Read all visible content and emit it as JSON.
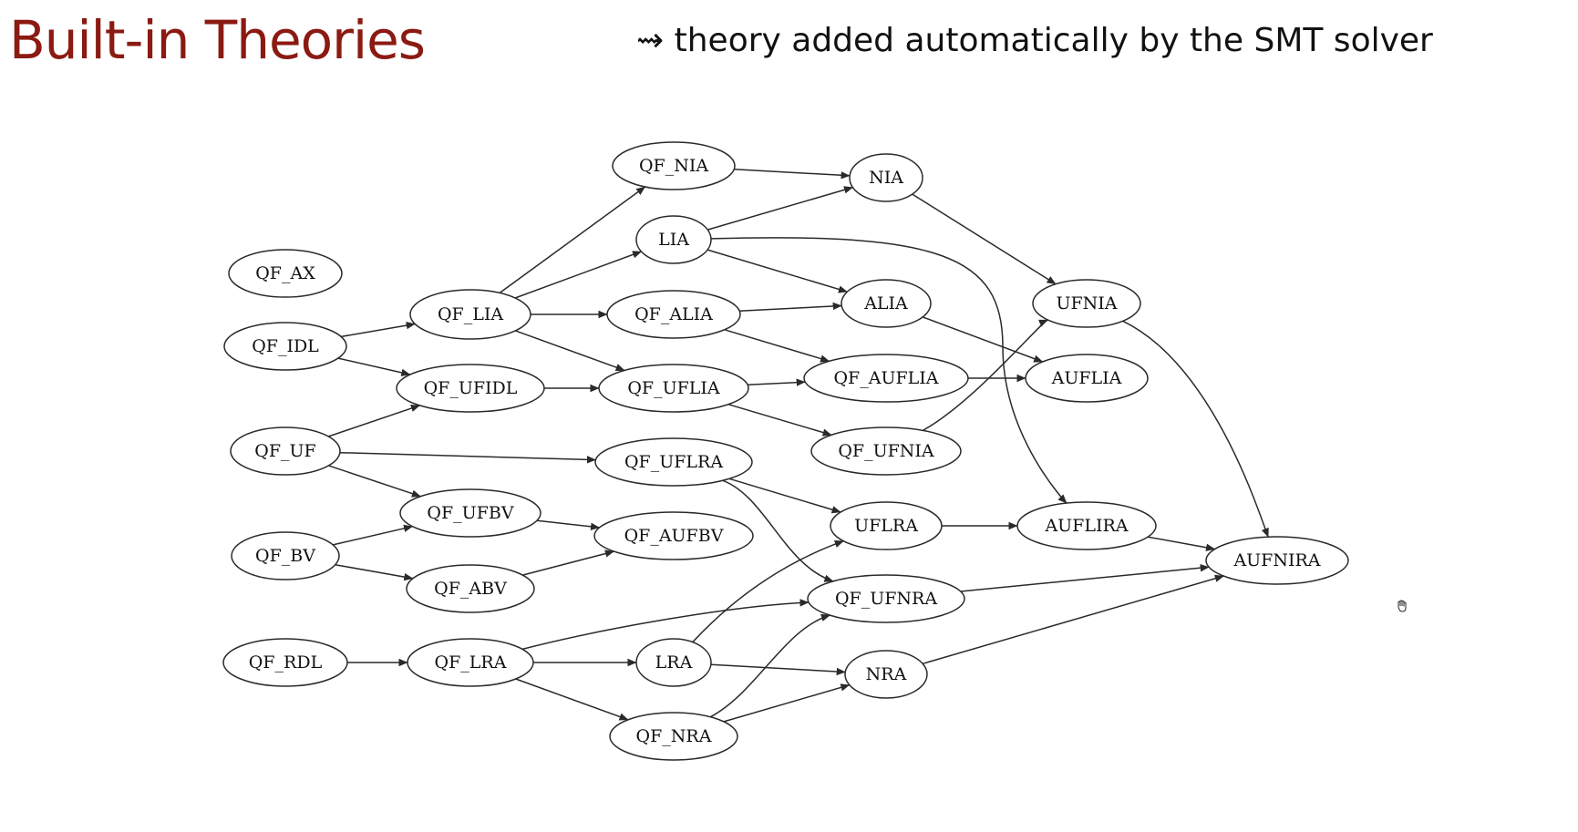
{
  "title": "Built-in Theories",
  "subtitle": "⇝ theory added automatically by the SMT solver",
  "colors": {
    "title": "#8b1a12",
    "edge": "#2a2a2a",
    "node_border": "#2a2a2a"
  },
  "nodes": [
    {
      "id": "QF_AX",
      "label": "QF_AX"
    },
    {
      "id": "QF_IDL",
      "label": "QF_IDL"
    },
    {
      "id": "QF_UF",
      "label": "QF_UF"
    },
    {
      "id": "QF_BV",
      "label": "QF_BV"
    },
    {
      "id": "QF_RDL",
      "label": "QF_RDL"
    },
    {
      "id": "QF_LIA",
      "label": "QF_LIA"
    },
    {
      "id": "QF_UFIDL",
      "label": "QF_UFIDL"
    },
    {
      "id": "QF_UFBV",
      "label": "QF_UFBV"
    },
    {
      "id": "QF_ABV",
      "label": "QF_ABV"
    },
    {
      "id": "QF_LRA",
      "label": "QF_LRA"
    },
    {
      "id": "QF_NIA",
      "label": "QF_NIA"
    },
    {
      "id": "LIA",
      "label": "LIA"
    },
    {
      "id": "QF_ALIA",
      "label": "QF_ALIA"
    },
    {
      "id": "QF_UFLIA",
      "label": "QF_UFLIA"
    },
    {
      "id": "QF_UFLRA",
      "label": "QF_UFLRA"
    },
    {
      "id": "QF_AUFBV",
      "label": "QF_AUFBV"
    },
    {
      "id": "LRA",
      "label": "LRA"
    },
    {
      "id": "QF_NRA",
      "label": "QF_NRA"
    },
    {
      "id": "NIA",
      "label": "NIA"
    },
    {
      "id": "ALIA",
      "label": "ALIA"
    },
    {
      "id": "QF_AUFLIA",
      "label": "QF_AUFLIA"
    },
    {
      "id": "QF_UFNIA",
      "label": "QF_UFNIA"
    },
    {
      "id": "UFLRA",
      "label": "UFLRA"
    },
    {
      "id": "QF_UFNRA",
      "label": "QF_UFNRA"
    },
    {
      "id": "NRA",
      "label": "NRA"
    },
    {
      "id": "UFNIA",
      "label": "UFNIA"
    },
    {
      "id": "AUFLIA",
      "label": "AUFLIA"
    },
    {
      "id": "AUFLIRA",
      "label": "AUFLIRA"
    },
    {
      "id": "AUFNIRA",
      "label": "AUFNIRA"
    }
  ],
  "edges": [
    {
      "from": "QF_IDL",
      "to": "QF_LIA"
    },
    {
      "from": "QF_IDL",
      "to": "QF_UFIDL"
    },
    {
      "from": "QF_UF",
      "to": "QF_UFIDL"
    },
    {
      "from": "QF_UF",
      "to": "QF_UFLRA"
    },
    {
      "from": "QF_UF",
      "to": "QF_UFBV"
    },
    {
      "from": "QF_BV",
      "to": "QF_UFBV"
    },
    {
      "from": "QF_BV",
      "to": "QF_ABV"
    },
    {
      "from": "QF_RDL",
      "to": "QF_LRA"
    },
    {
      "from": "QF_LIA",
      "to": "QF_NIA"
    },
    {
      "from": "QF_LIA",
      "to": "LIA"
    },
    {
      "from": "QF_LIA",
      "to": "QF_ALIA"
    },
    {
      "from": "QF_LIA",
      "to": "QF_UFLIA"
    },
    {
      "from": "QF_UFIDL",
      "to": "QF_UFLIA"
    },
    {
      "from": "QF_UFBV",
      "to": "QF_AUFBV"
    },
    {
      "from": "QF_ABV",
      "to": "QF_AUFBV"
    },
    {
      "from": "QF_LRA",
      "to": "LRA"
    },
    {
      "from": "QF_LRA",
      "to": "QF_NRA"
    },
    {
      "from": "QF_LRA",
      "to": "QF_UFNRA"
    },
    {
      "from": "QF_NIA",
      "to": "NIA"
    },
    {
      "from": "LIA",
      "to": "NIA"
    },
    {
      "from": "LIA",
      "to": "ALIA"
    },
    {
      "from": "LIA",
      "to": "AUFLIRA"
    },
    {
      "from": "QF_ALIA",
      "to": "ALIA"
    },
    {
      "from": "QF_ALIA",
      "to": "QF_AUFLIA"
    },
    {
      "from": "QF_UFLIA",
      "to": "QF_AUFLIA"
    },
    {
      "from": "QF_UFLIA",
      "to": "QF_UFNIA"
    },
    {
      "from": "QF_UFLRA",
      "to": "UFLRA"
    },
    {
      "from": "QF_UFLRA",
      "to": "QF_UFNRA"
    },
    {
      "from": "LRA",
      "to": "UFLRA"
    },
    {
      "from": "LRA",
      "to": "NRA"
    },
    {
      "from": "QF_NRA",
      "to": "NRA"
    },
    {
      "from": "QF_NRA",
      "to": "QF_UFNRA"
    },
    {
      "from": "NIA",
      "to": "UFNIA"
    },
    {
      "from": "ALIA",
      "to": "AUFLIA"
    },
    {
      "from": "QF_AUFLIA",
      "to": "AUFLIA"
    },
    {
      "from": "QF_UFNIA",
      "to": "UFNIA"
    },
    {
      "from": "UFLRA",
      "to": "AUFLIRA"
    },
    {
      "from": "QF_UFNRA",
      "to": "AUFNIRA"
    },
    {
      "from": "NRA",
      "to": "AUFNIRA"
    },
    {
      "from": "UFNIA",
      "to": "AUFNIRA"
    },
    {
      "from": "AUFLIRA",
      "to": "AUFNIRA"
    }
  ]
}
